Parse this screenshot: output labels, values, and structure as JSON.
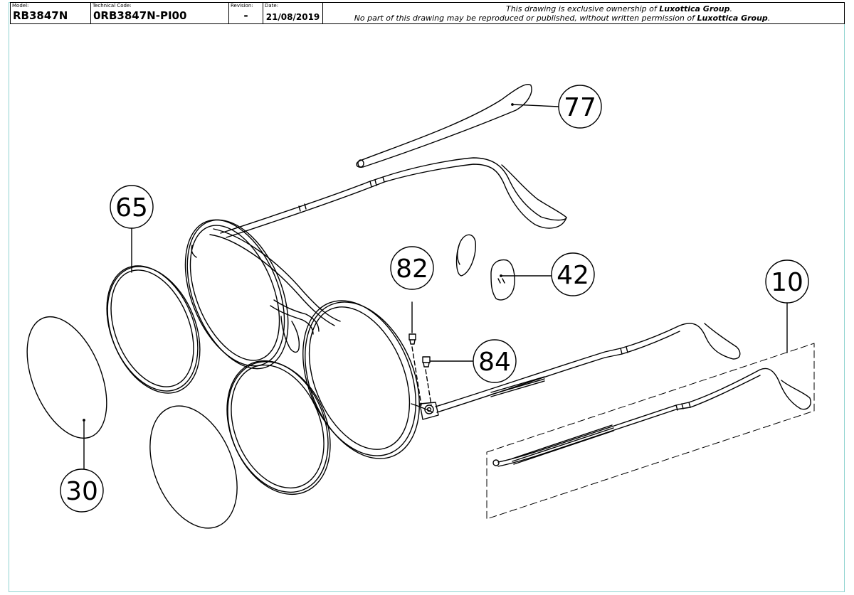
{
  "title_block": {
    "model_label": "Model:",
    "model_value": "RB3847N",
    "technical_code_label": "Technical Code:",
    "technical_code_value": "0RB3847N-PI00",
    "revision_label": "Revision:",
    "revision_value": "-",
    "date_label": "Date:",
    "date_value": "21/08/2019",
    "ownership_prefix": "This drawing is exclusive ownership of ",
    "ownership_company": "Luxottica Group",
    "ownership_suffix": ".",
    "reproduction_prefix": "No part of this drawing may be reproduced or published, without written permission of ",
    "reproduction_company": "Luxottica Group",
    "reproduction_suffix": "."
  },
  "callouts": {
    "temple_tip": "77",
    "rim": "65",
    "screw_82": "82",
    "nose_pad": "42",
    "temple_assembly": "10",
    "screw_84": "84",
    "lens": "30"
  }
}
